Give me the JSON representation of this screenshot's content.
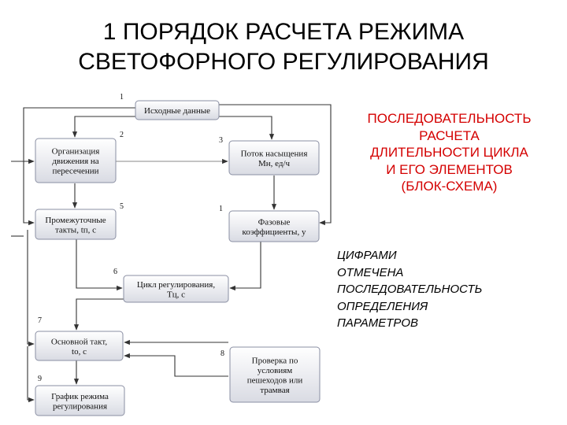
{
  "title": {
    "line1": "1 ПОРЯДОК РАСЧЕТА РЕЖИМА",
    "line2": "СВЕТОФОРНОГО РЕГУЛИРОВАНИЯ"
  },
  "side_text": {
    "red_lines": [
      "ПОСЛЕДОВАТЕЛЬНОСТЬ",
      "РАСЧЕТА",
      "ДЛИТЕЛЬНОСТИ ЦИКЛА",
      "И ЕГО ЭЛЕМЕНТОВ",
      "(БЛОК-СХЕМА)"
    ],
    "note_lines": [
      "ЦИФРАМИ",
      "ОТМЕЧЕНА",
      "ПОСЛЕДОВАТЕЛЬНОСТЬ",
      "ОПРЕДЕЛЕНИЯ",
      "ПАРАМЕТРОВ"
    ]
  },
  "flowchart": {
    "nodes": [
      {
        "id": "input",
        "number": "1",
        "lines": [
          "Исходные данные"
        ]
      },
      {
        "id": "organization",
        "number": "2",
        "lines": [
          "Организация",
          "движения на",
          "пересечении"
        ]
      },
      {
        "id": "saturation",
        "number": "3",
        "lines": [
          "Поток насыщения",
          "Mн, ед/ч"
        ]
      },
      {
        "id": "intermediate",
        "number": "5",
        "lines": [
          "Промежуточные",
          "такты, tп, с"
        ]
      },
      {
        "id": "phase",
        "number": "1",
        "lines": [
          "Фазовые",
          "коэффициенты, y"
        ]
      },
      {
        "id": "cycle",
        "number": "6",
        "lines": [
          "Цикл регулирования,",
          "Тц, с"
        ]
      },
      {
        "id": "main",
        "number": "7",
        "lines": [
          "Основной такт,",
          "tо, с"
        ]
      },
      {
        "id": "check",
        "number": "8",
        "lines": [
          "Проверка по",
          "условиям",
          "пешеходов или",
          "трамвая"
        ]
      },
      {
        "id": "schedule",
        "number": "9",
        "lines": [
          "График режима",
          "регулирования"
        ]
      }
    ]
  }
}
